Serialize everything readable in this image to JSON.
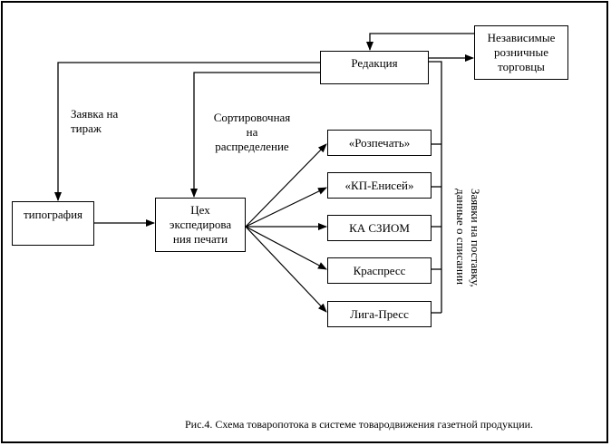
{
  "figure": {
    "caption": "Рис.4.  Схема товаропотока в системе товародвижения газетной продукции."
  },
  "nodes": {
    "redaktsiya": "Редакция",
    "nezavisimye": "Независимые розничные торговцы",
    "tipografiya": "типография",
    "tsekh": "Цех экспедирова ния печати",
    "rozpechat": "«Розпечать»",
    "kp_enisei": "«КП-Енисей»",
    "kaszom": "КА СЗИОМ",
    "kraspress": "Краспресс",
    "liga_press": "Лига-Пресс"
  },
  "edge_labels": {
    "zayavka_tirazh": "Заявка на тираж",
    "sortirovochnaya_line1": "Сортировочная",
    "sortirovochnaya_line2": "на",
    "sortirovochnaya_line3": "распределение",
    "zayavki_line1": "Заявки на поставку,",
    "zayavki_line2": "данные о списании"
  },
  "nezavisimye_lines": [
    "Независимые",
    "розничные",
    "торговцы"
  ],
  "tsekh_lines": [
    "Цех",
    "экспедирова",
    "ния печати"
  ],
  "zayavka_lines": [
    "Заявка на",
    "тираж"
  ]
}
